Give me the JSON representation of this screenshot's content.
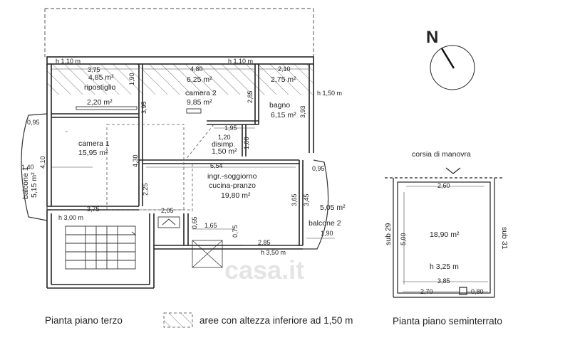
{
  "captions": {
    "third_floor": "Pianta piano terzo",
    "legend_text": "aree con altezza inferiore ad 1,50 m",
    "basement": "Pianta piano seminterrato"
  },
  "north": {
    "letter": "N"
  },
  "watermark": "casa.it",
  "third_floor": {
    "rooms": {
      "ripostiglio": {
        "area": "4,85 m²",
        "name": "ripostiglio"
      },
      "camera2": {
        "area": "6,25 m²",
        "name": "camera 2",
        "area2": "9,85 m²"
      },
      "bagno": {
        "area": "2,75 m²",
        "name": "bagno",
        "area2": "6,15 m²"
      },
      "closet": {
        "area": "2,20 m²"
      },
      "camera1": {
        "name": "camera 1",
        "area": "15,95 m²"
      },
      "disimp": {
        "name": "disimp.",
        "area": "1,50 m²"
      },
      "soggiorno": {
        "name1": "ingr.-soggiorno",
        "name2": "cucina-pranzo",
        "area": "19,80 m²"
      },
      "balcone1": {
        "name": "balcone 1",
        "area": "5,15 m²"
      },
      "balcone2": {
        "name": "balcone 2",
        "area": "5,05 m²"
      }
    },
    "heights": {
      "h1": "h 1,10 m",
      "h2": "h 1,10 m",
      "h3": "h 1,50 m",
      "h4": "h 3,00 m",
      "h5": "h 3,50 m"
    },
    "dims": {
      "d375a": "3,75",
      "d480": "4,80",
      "d210": "2,10",
      "d190": "1,90",
      "d395": "3,95",
      "d285a": "2,85",
      "d393": "3,93",
      "d095a": "0,95",
      "d195": "1,95",
      "d120": "1,20",
      "d100": "1,00",
      "d140": "1,40",
      "d410": "4,10",
      "d430": "4,30",
      "d654": "6,54",
      "d095b": "0,95",
      "d225": "2,25",
      "d365": "3,65",
      "d345": "3,45",
      "d375b": "3,75",
      "d205": "2,05",
      "d065": "0,65",
      "d165": "1,65",
      "d075": "0,75",
      "d285b": "2,85",
      "d190b": "1,90"
    }
  },
  "basement": {
    "corsia": "corsia di manovra",
    "d260": "2,60",
    "d500": "5,00",
    "sub29": "sub 29",
    "sub31": "sub 31",
    "area": "18,90 m²",
    "height": "h 3,25 m",
    "d385": "3,85",
    "d270": "2,70",
    "d080": "0,80"
  }
}
